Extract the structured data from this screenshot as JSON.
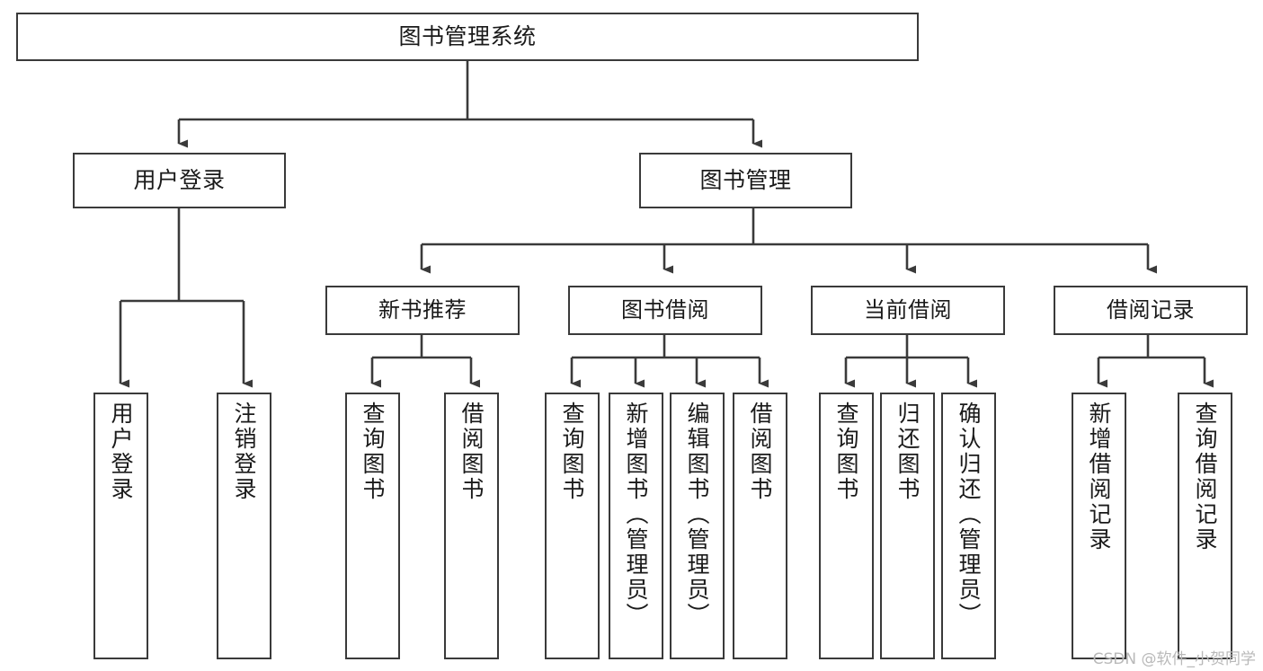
{
  "diagram": {
    "title": "图书管理系统",
    "type": "tree-hierarchy",
    "watermark": "CSDN @软件_小贺同学",
    "stroke_color": "#3a3a3a",
    "fill_color": "#ffffff",
    "text_color": "#1a1a1a",
    "watermark_color": "#b9b9b9"
  },
  "nodes": {
    "root": {
      "label": "图书管理系统"
    },
    "tier2": [
      {
        "id": "user-login",
        "label": "用户登录"
      },
      {
        "id": "book-management",
        "label": "图书管理"
      }
    ],
    "tier3": [
      {
        "id": "new-book-recommend",
        "label": "新书推荐"
      },
      {
        "id": "book-borrow",
        "label": "图书借阅"
      },
      {
        "id": "current-borrow",
        "label": "当前借阅"
      },
      {
        "id": "borrow-record",
        "label": "借阅记录"
      }
    ],
    "leaves": [
      {
        "id": "leaf-user-login",
        "label": "用户登录",
        "parent": "user-login"
      },
      {
        "id": "leaf-logout-login",
        "label": "注销登录",
        "parent": "user-login"
      },
      {
        "id": "leaf-query-book-1",
        "label": "查询图书",
        "parent": "new-book-recommend"
      },
      {
        "id": "leaf-borrow-book-1",
        "label": "借阅图书",
        "parent": "new-book-recommend"
      },
      {
        "id": "leaf-query-book-2",
        "label": "查询图书",
        "parent": "book-borrow"
      },
      {
        "id": "leaf-add-book",
        "label": "新增图书（管理员）",
        "parent": "book-borrow"
      },
      {
        "id": "leaf-edit-book",
        "label": "编辑图书（管理员）",
        "parent": "book-borrow"
      },
      {
        "id": "leaf-borrow-book-2",
        "label": "借阅图书",
        "parent": "book-borrow"
      },
      {
        "id": "leaf-query-book-3",
        "label": "查询图书",
        "parent": "current-borrow"
      },
      {
        "id": "leaf-return-book",
        "label": "归还图书",
        "parent": "current-borrow"
      },
      {
        "id": "leaf-confirm-return",
        "label": "确认归还（管理员）",
        "parent": "current-borrow"
      },
      {
        "id": "leaf-add-record",
        "label": "新增借阅记录",
        "parent": "borrow-record"
      },
      {
        "id": "leaf-query-record",
        "label": "查询借阅记录",
        "parent": "borrow-record"
      }
    ]
  }
}
